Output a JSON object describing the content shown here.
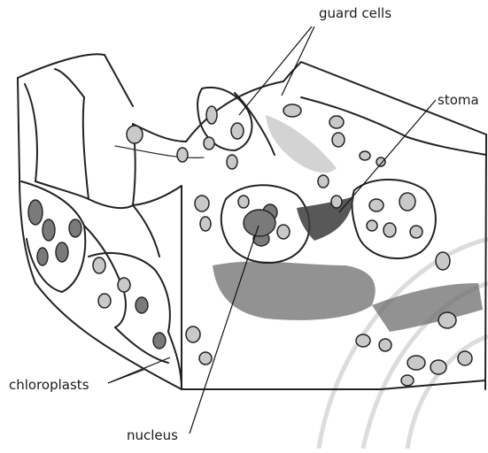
{
  "labels": {
    "guard_cells": "guard cells",
    "stoma": "stoma",
    "chloroplasts": "chloroplasts",
    "nucleus": "nucleus"
  }
}
